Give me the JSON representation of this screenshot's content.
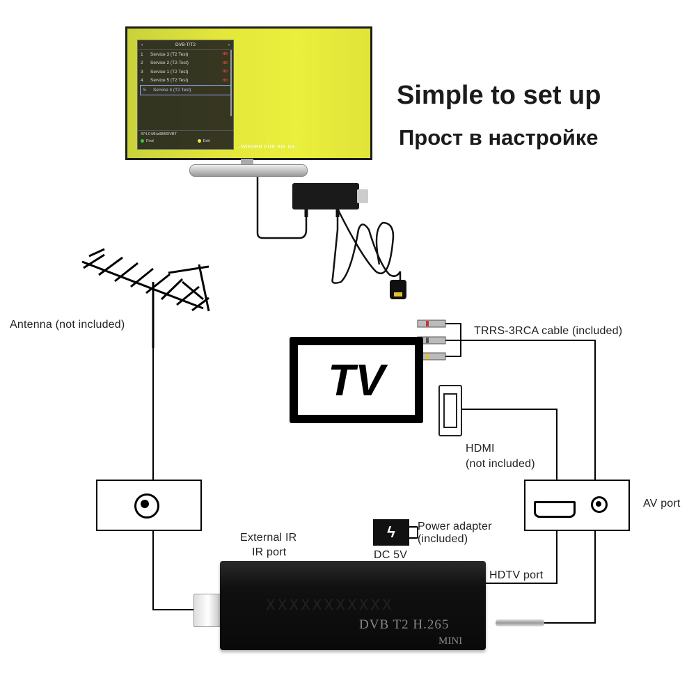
{
  "heading": {
    "en": "Simple to set up",
    "ru": "Прост в настройке"
  },
  "tv_screen": {
    "menu_title": "DVB-T/T2",
    "menu_items": [
      {
        "num": "1",
        "name": "Service 3 (T2 Test)",
        "badge": "HD"
      },
      {
        "num": "2",
        "name": "Service 2 (T2-Test)",
        "badge": "HD"
      },
      {
        "num": "3",
        "name": "Service 1 (T2 Test)",
        "badge": "HD"
      },
      {
        "num": "4",
        "name": "Service 5 (T2 Test)",
        "badge": "HD"
      },
      {
        "num": "5",
        "name": "Service 4 (T2 Test)",
        "badge": ""
      }
    ],
    "footer_info": "474.0 MHz/8M/DVBT",
    "footer_find": "Find",
    "footer_edit": "Edit",
    "subtitle": "...WIEDER FÜR SIE DA..."
  },
  "labels": {
    "antenna": "Antenna (not included)",
    "trrs": "TRRS-3RCA cable (included)",
    "hdmi_line1": "HDMI",
    "hdmi_line2": "(not included)",
    "av_port": "AV port",
    "external_ir_line1": "External IR",
    "external_ir_line2": "IR port",
    "power_line1": "Power adapter",
    "power_line2": "(included)",
    "dc": "DC 5V",
    "hdtv_port": "HDTV port"
  },
  "tv_icon_text": "TV",
  "receiver": {
    "model": "DVB  T2  H.265",
    "mini": "MINI"
  },
  "colors": {
    "screen_yellow": "#e4e83a",
    "hd_badge": "#e43",
    "line": "#000000"
  }
}
